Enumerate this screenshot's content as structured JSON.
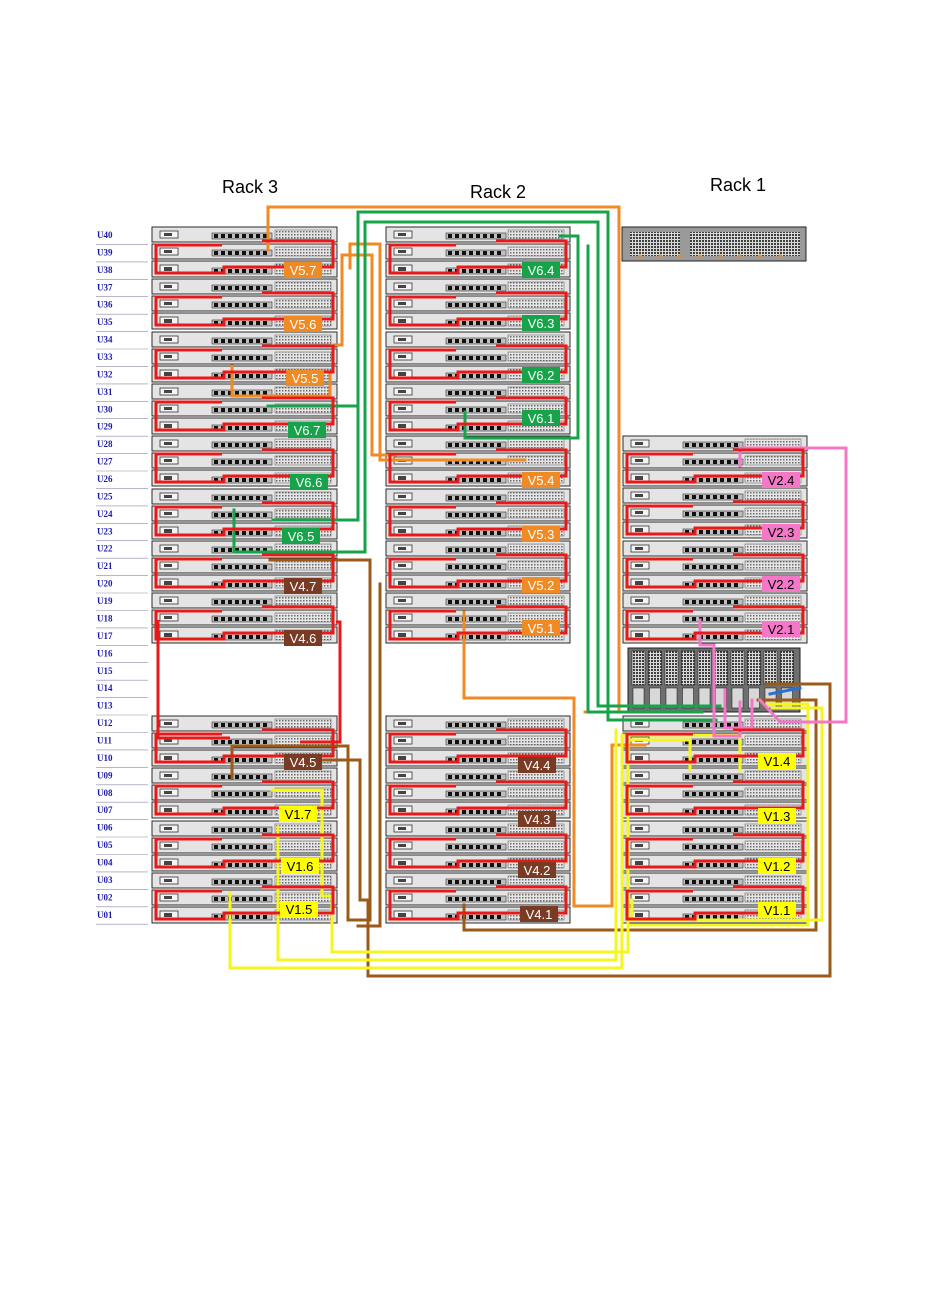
{
  "racks": [
    {
      "id": "rack3",
      "title": "Rack 3"
    },
    {
      "id": "rack2",
      "title": "Rack 2"
    },
    {
      "id": "rack1",
      "title": "Rack 1"
    }
  ],
  "units": [
    "U40",
    "U39",
    "U38",
    "U37",
    "U36",
    "U35",
    "U34",
    "U33",
    "U32",
    "U31",
    "U30",
    "U29",
    "U28",
    "U27",
    "U26",
    "U25",
    "U24",
    "U23",
    "U22",
    "U21",
    "U20",
    "U19",
    "U18",
    "U17",
    "U16",
    "U15",
    "U14",
    "U13",
    "U12",
    "U11",
    "U10",
    "U09",
    "U08",
    "U07",
    "U06",
    "U05",
    "U04",
    "U03",
    "U02",
    "U01"
  ],
  "colors": {
    "orange": "#f08a24",
    "green": "#16a34a",
    "brown": "#7a3b25",
    "yellow": "#ffff00",
    "pink": "#f577c8",
    "red": "#e81919",
    "cable_brown": "#9a5a18",
    "cable_yellow": "#f5f51f",
    "cable_blue": "#2b6fd6"
  },
  "modules": [
    {
      "id": "v5-7",
      "text": "V5.7",
      "color": "orange",
      "rack": "rack3"
    },
    {
      "id": "v5-6",
      "text": "V5.6",
      "color": "orange",
      "rack": "rack3"
    },
    {
      "id": "v5-5",
      "text": "V5.5",
      "color": "orange",
      "rack": "rack3"
    },
    {
      "id": "v6-7",
      "text": "V6.7",
      "color": "green",
      "rack": "rack3"
    },
    {
      "id": "v6-6",
      "text": "V6.6",
      "color": "green",
      "rack": "rack3"
    },
    {
      "id": "v6-5",
      "text": "V6.5",
      "color": "green",
      "rack": "rack3"
    },
    {
      "id": "v4-7",
      "text": "V4.7",
      "color": "brown",
      "rack": "rack3"
    },
    {
      "id": "v4-6",
      "text": "V4.6",
      "color": "brown",
      "rack": "rack3"
    },
    {
      "id": "v4-5",
      "text": "V4.5",
      "color": "brown",
      "rack": "rack3"
    },
    {
      "id": "v1-7",
      "text": "V1.7",
      "color": "yellow",
      "rack": "rack3"
    },
    {
      "id": "v1-6",
      "text": "V1.6",
      "color": "yellow",
      "rack": "rack3"
    },
    {
      "id": "v1-5",
      "text": "V1.5",
      "color": "yellow",
      "rack": "rack3"
    },
    {
      "id": "v6-4",
      "text": "V6.4",
      "color": "green",
      "rack": "rack2"
    },
    {
      "id": "v6-3",
      "text": "V6.3",
      "color": "green",
      "rack": "rack2"
    },
    {
      "id": "v6-2",
      "text": "V6.2",
      "color": "green",
      "rack": "rack2"
    },
    {
      "id": "v6-1",
      "text": "V6.1",
      "color": "green",
      "rack": "rack2"
    },
    {
      "id": "v5-4",
      "text": "V5.4",
      "color": "orange",
      "rack": "rack2"
    },
    {
      "id": "v5-3",
      "text": "V5.3",
      "color": "orange",
      "rack": "rack2"
    },
    {
      "id": "v5-2",
      "text": "V5.2",
      "color": "orange",
      "rack": "rack2"
    },
    {
      "id": "v5-1",
      "text": "V5.1",
      "color": "orange",
      "rack": "rack2"
    },
    {
      "id": "v4-4",
      "text": "V4.4",
      "color": "brown",
      "rack": "rack2"
    },
    {
      "id": "v4-3",
      "text": "V4.3",
      "color": "brown",
      "rack": "rack2"
    },
    {
      "id": "v4-2",
      "text": "V4.2",
      "color": "brown",
      "rack": "rack2"
    },
    {
      "id": "v4-1",
      "text": "V4.1",
      "color": "brown",
      "rack": "rack2"
    },
    {
      "id": "v2-4",
      "text": "V2.4",
      "color": "pink",
      "rack": "rack1"
    },
    {
      "id": "v2-3",
      "text": "V2.3",
      "color": "pink",
      "rack": "rack1"
    },
    {
      "id": "v2-2",
      "text": "V2.2",
      "color": "pink",
      "rack": "rack1"
    },
    {
      "id": "v2-1",
      "text": "V2.1",
      "color": "pink",
      "rack": "rack1"
    },
    {
      "id": "v1-4",
      "text": "V1.4",
      "color": "yellow",
      "rack": "rack1"
    },
    {
      "id": "v1-3",
      "text": "V1.3",
      "color": "yellow",
      "rack": "rack1"
    },
    {
      "id": "v1-2",
      "text": "V1.2",
      "color": "yellow",
      "rack": "rack1"
    },
    {
      "id": "v1-1",
      "text": "V1.1",
      "color": "yellow",
      "rack": "rack1"
    }
  ]
}
